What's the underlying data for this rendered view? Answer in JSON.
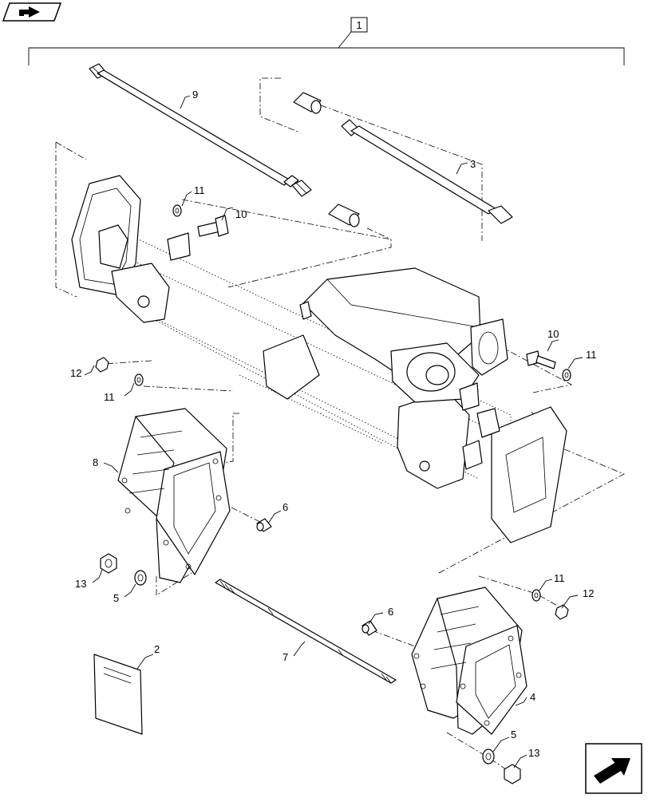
{
  "assembly": {
    "number": "1"
  },
  "callouts": {
    "c9": "9",
    "c3": "3",
    "c11a": "11",
    "c10a": "10",
    "c10b": "10",
    "c11b": "11",
    "c12a": "12",
    "c11c": "11",
    "c8": "8",
    "c6a": "6",
    "c13a": "13",
    "c5a": "5",
    "c2": "2",
    "c7": "7",
    "c6b": "6",
    "c11d": "11",
    "c12b": "12",
    "c4": "4",
    "c5b": "5",
    "c13b": "13"
  },
  "icons": {
    "top_left": "book-arrow-icon",
    "bottom_right": "next-page-arrow-icon"
  }
}
